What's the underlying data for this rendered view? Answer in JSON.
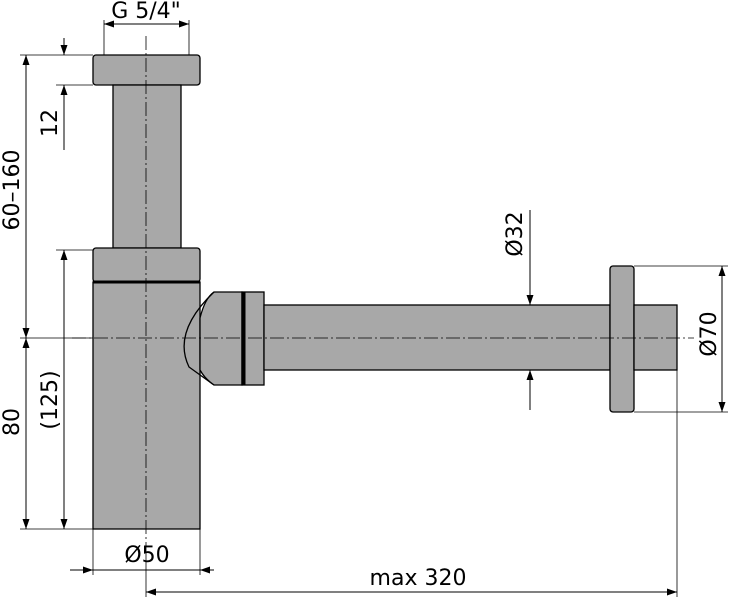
{
  "labels": {
    "thread": "G 5/4\"",
    "top_height": "12",
    "adjustable_height": "60–160",
    "body_height": "80",
    "body_height_alt": "(125)",
    "body_diameter": "Ø50",
    "pipe_diameter": "Ø32",
    "flange_diameter": "Ø70",
    "max_length": "max 320"
  },
  "colors": {
    "part_fill": "#a8a8a8",
    "line": "#000000"
  }
}
